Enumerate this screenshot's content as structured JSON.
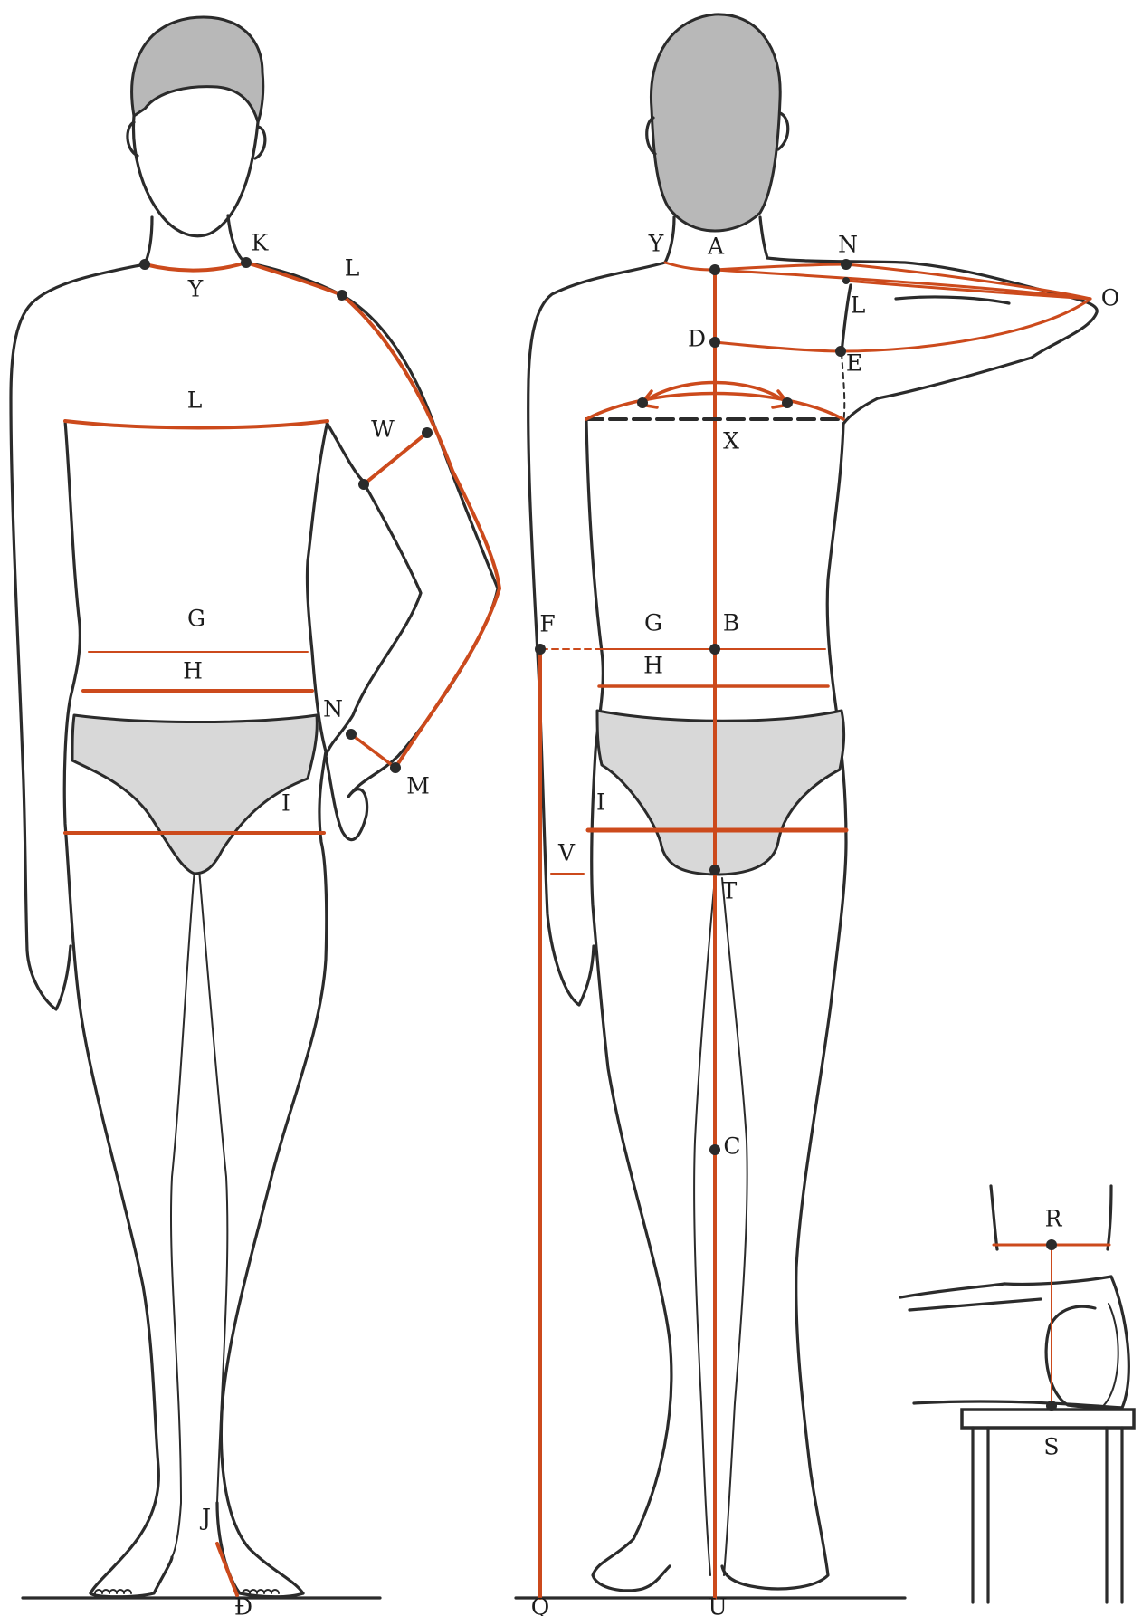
{
  "colors": {
    "measure": "#cc4a1c",
    "outline": "#2b2b2b",
    "hair": "#b8b8b8",
    "underwear": "#d8d8d8",
    "background": "#ffffff"
  },
  "figures": {
    "front": {
      "labels": {
        "K": "K",
        "L_shoulder": "L",
        "Y": "Y",
        "L_chest": "L",
        "W": "W",
        "G": "G",
        "H": "H",
        "N": "N",
        "I": "I",
        "M": "M",
        "J": "J",
        "D_stroke": "Đ"
      }
    },
    "back": {
      "labels": {
        "Y": "Y",
        "A": "A",
        "N": "N",
        "O": "O",
        "L": "L",
        "D": "D",
        "E": "E",
        "X": "X",
        "F": "F",
        "G": "G",
        "B": "B",
        "H": "H",
        "I": "I",
        "V": "V",
        "T": "T",
        "C": "C",
        "Q": "Q",
        "U": "U"
      }
    },
    "seated": {
      "labels": {
        "R": "R",
        "S": "S"
      }
    }
  }
}
